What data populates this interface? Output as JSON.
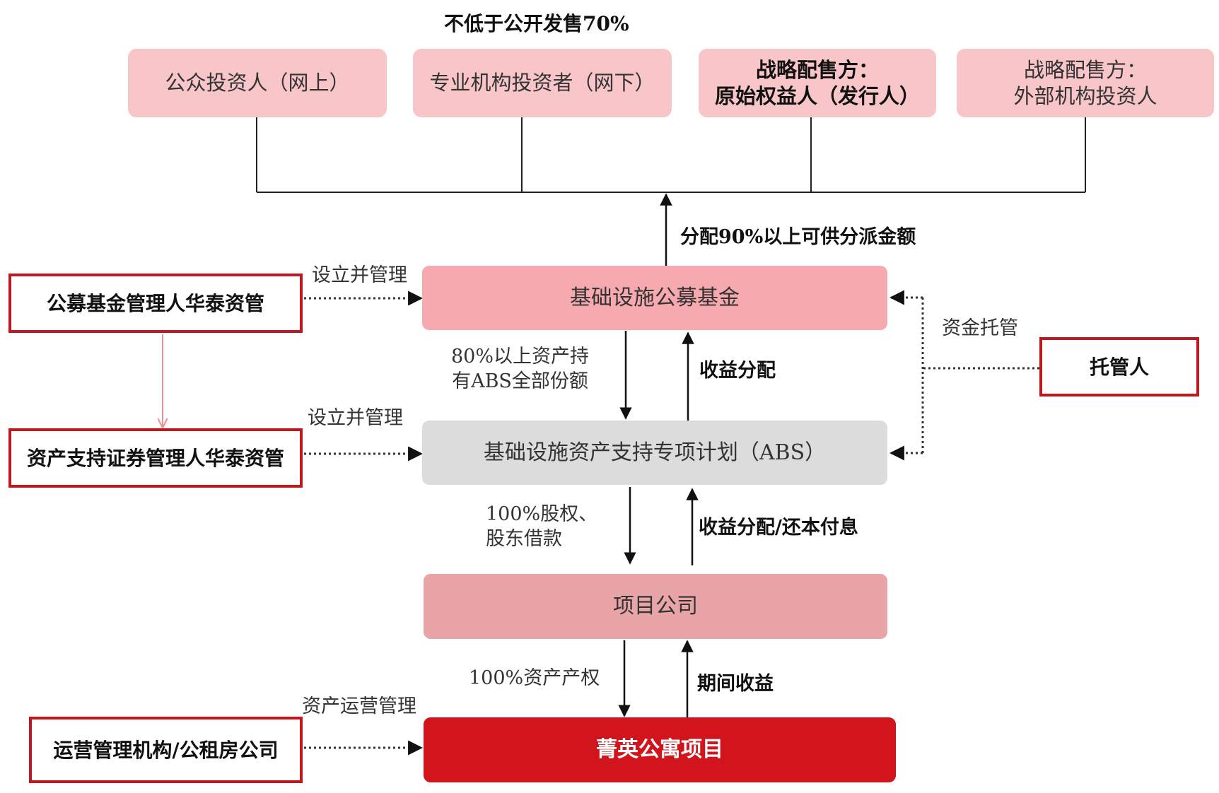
{
  "top_note": "不低于公开发售70%",
  "investors": [
    {
      "lines": [
        "公众投资人（网上）"
      ],
      "bold": false
    },
    {
      "lines": [
        "专业机构投资者（网下）"
      ],
      "bold": false
    },
    {
      "lines": [
        "战略配售方：",
        "原始权益人（发行人）"
      ],
      "bold": true
    },
    {
      "lines": [
        "战略配售方：",
        "外部机构投资人"
      ],
      "bold": false
    }
  ],
  "distribution_label": "分配90%以上可供分派金额",
  "fund": "基础设施公募基金",
  "abs": "基础设施资产支持专项计划（ABS）",
  "project_company": "项目公司",
  "apartment": "菁英公寓项目",
  "fund_manager": "公募基金管理人华泰资管",
  "abs_manager": "资产支持证券管理人华泰资管",
  "operator": "运营管理机构/公租房公司",
  "custodian": "托管人",
  "labels": {
    "setup_manage_1": "设立并管理",
    "setup_manage_2": "设立并管理",
    "asset_operation": "资产运营管理",
    "fund_custody": "资金托管",
    "abs_holding": [
      "80%以上资产持",
      "有ABS全部份额"
    ],
    "income_dist_1": "收益分配",
    "equity_loan": [
      "100%股权、",
      "股东借款"
    ],
    "income_dist_2": "收益分配/还本付息",
    "asset_property": "100%资产产权",
    "period_income": "期间收益"
  },
  "colors": {
    "investor_fill": "#f8c6c8",
    "fund_fill": "#f6a9ae",
    "abs_fill": "#dcdcdc",
    "project_fill": "#e8a4a6",
    "apartment_fill": "#d2141d",
    "outline_red": "#c0161e"
  }
}
